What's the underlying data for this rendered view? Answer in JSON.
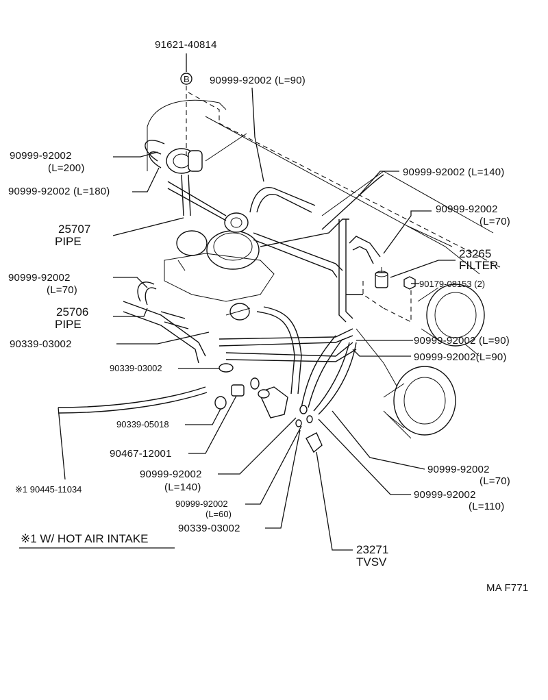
{
  "labels": {
    "p91621": "91621-40814",
    "p92002_top_l90": "90999-92002 (L=90)",
    "p92002_l200_code": "90999-92002",
    "p92002_l200_len": "(L=200)",
    "p92002_l180": "90999-92002 (L=180)",
    "p92002_l140_right": "90999-92002 (L=140)",
    "p92002_l70_right_code": "90999-92002",
    "p92002_l70_right_len": "(L=70)",
    "p25707_code": "25707",
    "p25707_name": "PIPE",
    "p23265_code": "23265",
    "p23265_name": "FILTER",
    "p92002_l70_left_code": "90999-92002",
    "p92002_l70_left_len": "(L=70)",
    "p90179": "90179-08153 (2)",
    "p25706_code": "25706",
    "p25706_name": "PIPE",
    "p90339_a": "90339-03002",
    "p92002_l90_a": "90999-92002 (L=90)",
    "p92002_l90_b": "90999-92002(L=90)",
    "p90339_b": "90339-03002",
    "p90339_05018": "90339-05018",
    "p90467": "90467-12001",
    "p92002_l140_bottom_code": "90999-92002",
    "p92002_l140_bottom_len": "(L=140)",
    "p92002_l70_bottom_code": "90999-92002",
    "p92002_l70_bottom_len": "(L=70)",
    "p90445": "※1 90445-11034",
    "p92002_l60_code": "90999-92002",
    "p92002_l60_len": "(L=60)",
    "p92002_l110_code": "90999-92002",
    "p92002_l110_len": "(L=110)",
    "p90339_c": "90339-03002",
    "p23271_code": "23271",
    "p23271_name": "TVSV",
    "note": "※1 W/ HOT AIR INTAKE",
    "figure_id": "MA F771",
    "bolt_letter": "B"
  }
}
